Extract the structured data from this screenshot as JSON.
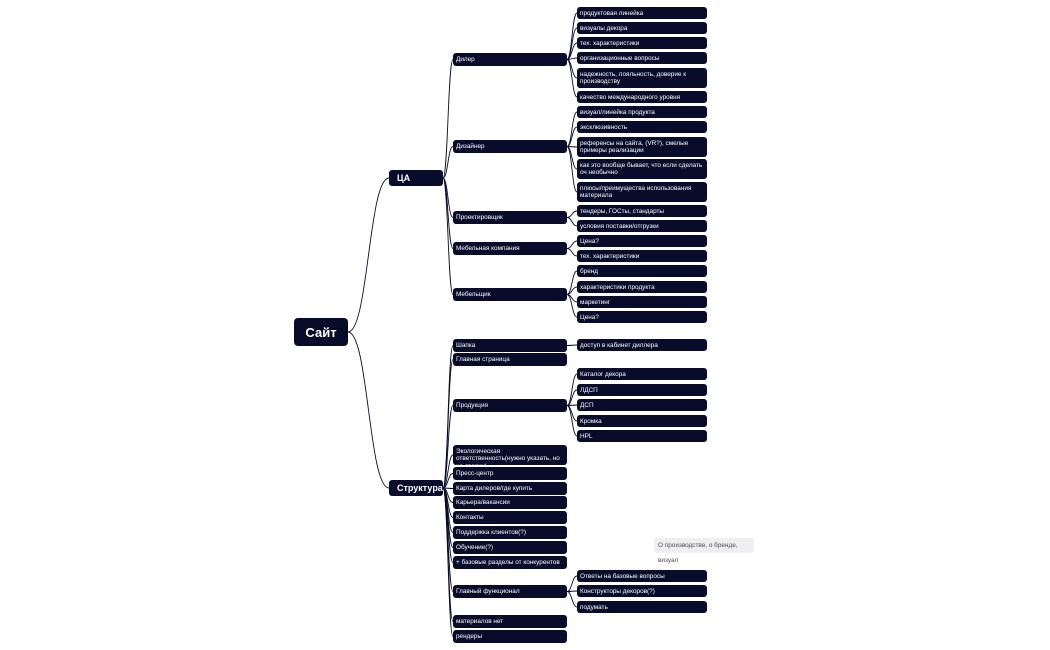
{
  "diagram": {
    "root": {
      "id": "root",
      "label": "Сайт"
    },
    "branches": [
      {
        "id": "ca",
        "label": "ЦА"
      },
      {
        "id": "struct",
        "label": "Структура"
      }
    ],
    "nodes": {
      "diler": "Дилер",
      "dizayner": "Дизайнер",
      "proekt": "Проектировщик",
      "mebkomp": "Мебельная компания",
      "mebelshik": "Мебельщик",
      "shapka": "Шапка",
      "glavnaya": "Главная страница",
      "produkciya": "Продукция",
      "eko": "Экологическая ответственность(нужно указать, но не сверху)",
      "press": "Пресс-центр",
      "karta": "Карта дилеров/где купить",
      "kariera": "Карьера/вакансии",
      "kontakty": "Контакты",
      "podderzhka": "Поддержка клиентов(?)",
      "obuchenie": "Обучение(?)",
      "bazovye": "+ базовые разделы от конкурентов",
      "funkcional": "Главный функционал",
      "materialov": "материалов нет",
      "rendery": "рендеры",
      "d1": "продуктовая линейка",
      "d2": "визуалы декора",
      "d3": "тех. характеристики",
      "d4": "организационные вопросы",
      "d5": "надежность, лояльность, доверие к производству",
      "d6": "качество международного уровня",
      "z1": "визуал/линейка продукта",
      "z2": "эксклюзивность",
      "z3": "референсы на сайта, (VR?), смелые примеры реализации",
      "z4": "как это вообще бывает, что если сделать оч необычно",
      "z5": "плюсы/преимущества использования материала",
      "p1": "тендеры, ГОСты, стандарты",
      "p2": "условия поставки/отгрузки",
      "m1": "Цена?",
      "m2": "тех. характеристики",
      "b1": "бренд",
      "b2": "характеристики продукта",
      "b3": "маркетинг",
      "b4": "Цена?",
      "s1": "доступ в кабинет диллера",
      "r1": "Каталог декора",
      "r2": "ЛДСП",
      "r3": "ДСП",
      "r4": "Кромка",
      "r5": "HPL",
      "f1": "Ответы на базовые вопросы",
      "f2": "Конструкторы декоров(?)",
      "f3": "подумать"
    },
    "edges": [
      [
        "root",
        "ca"
      ],
      [
        "root",
        "struct"
      ],
      [
        "ca",
        "diler"
      ],
      [
        "ca",
        "dizayner"
      ],
      [
        "ca",
        "proekt"
      ],
      [
        "ca",
        "mebkomp"
      ],
      [
        "ca",
        "mebelshik"
      ],
      [
        "diler",
        "d1"
      ],
      [
        "diler",
        "d2"
      ],
      [
        "diler",
        "d3"
      ],
      [
        "diler",
        "d4"
      ],
      [
        "diler",
        "d5"
      ],
      [
        "diler",
        "d6"
      ],
      [
        "dizayner",
        "z1"
      ],
      [
        "dizayner",
        "z2"
      ],
      [
        "dizayner",
        "z3"
      ],
      [
        "dizayner",
        "z4"
      ],
      [
        "dizayner",
        "z5"
      ],
      [
        "proekt",
        "p1"
      ],
      [
        "proekt",
        "p2"
      ],
      [
        "mebkomp",
        "m1"
      ],
      [
        "mebkomp",
        "m2"
      ],
      [
        "mebelshik",
        "b1"
      ],
      [
        "mebelshik",
        "b2"
      ],
      [
        "mebelshik",
        "b3"
      ],
      [
        "mebelshik",
        "b4"
      ],
      [
        "struct",
        "shapka"
      ],
      [
        "struct",
        "glavnaya"
      ],
      [
        "struct",
        "produkciya"
      ],
      [
        "struct",
        "eko"
      ],
      [
        "struct",
        "press"
      ],
      [
        "struct",
        "karta"
      ],
      [
        "struct",
        "kariera"
      ],
      [
        "struct",
        "kontakty"
      ],
      [
        "struct",
        "podderzhka"
      ],
      [
        "struct",
        "obuchenie"
      ],
      [
        "struct",
        "bazovye"
      ],
      [
        "struct",
        "funkcional"
      ],
      [
        "struct",
        "materialov"
      ],
      [
        "struct",
        "rendery"
      ],
      [
        "shapka",
        "s1"
      ],
      [
        "produkciya",
        "r1"
      ],
      [
        "produkciya",
        "r2"
      ],
      [
        "produkciya",
        "r3"
      ],
      [
        "produkciya",
        "r4"
      ],
      [
        "produkciya",
        "r5"
      ],
      [
        "funkcional",
        "f1"
      ],
      [
        "funkcional",
        "f2"
      ],
      [
        "funkcional",
        "f3"
      ]
    ],
    "note": "О производстве, о бренде, визуал",
    "colors": {
      "node": "#080c2a",
      "edge": "#080c2a",
      "note_bg": "#efeff1"
    }
  }
}
